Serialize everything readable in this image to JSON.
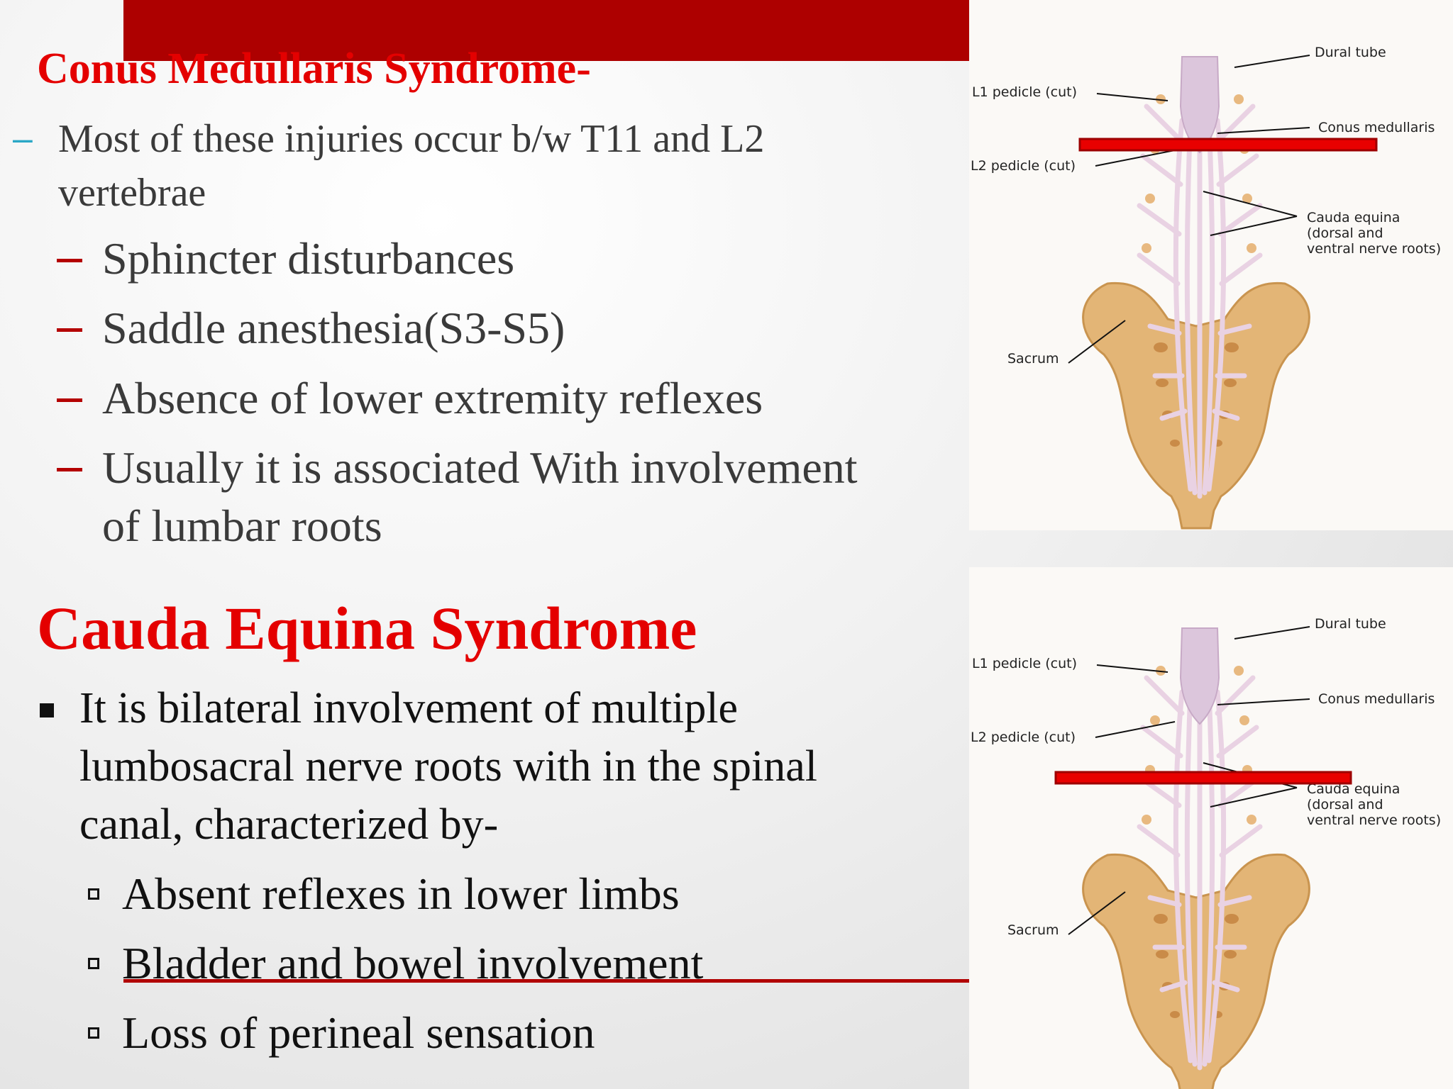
{
  "slide": {
    "conus_title": "Conus Medullaris Syndrome-",
    "conus_intro_bullet": "–",
    "conus_intro": [
      "Most of these injuries occur b/w T11 and L2",
      "vertebrae"
    ],
    "conus_items": [
      {
        "lines": [
          "Sphincter disturbances"
        ]
      },
      {
        "lines": [
          "Saddle anesthesia(S3-S5)"
        ]
      },
      {
        "lines": [
          "Absence of lower extremity reflexes"
        ]
      },
      {
        "lines": [
          "Usually it is associated With involvement",
          "of lumbar roots"
        ]
      }
    ],
    "cauda_title": "Cauda Equina Syndrome",
    "cauda_desc": [
      "It is bilateral involvement of multiple",
      "lumbosacral nerve roots with in the spinal",
      "canal, characterized by-"
    ],
    "cauda_items": [
      "Absent reflexes in lower limbs",
      "Bladder and bowel involvement",
      "Loss of perineal sensation"
    ]
  },
  "diagram_labels": {
    "dural_tube": "Dural tube",
    "l1_pedicle": "L1 pedicle (cut)",
    "conus_medullaris": "Conus medullaris",
    "l2_pedicle": "L2 pedicle (cut)",
    "cauda_equina": "Cauda equina",
    "cauda_equina_2": "(dorsal and",
    "cauda_equina_3": "ventral nerve roots)",
    "sacrum": "Sacrum"
  },
  "colors": {
    "accent_red": "#e40000",
    "bar_red": "#ad0000",
    "marker_red": "#e80000",
    "dash_teal": "#2aa7c6",
    "bone": "#e3b576",
    "nerve": "#e9d2e3"
  }
}
